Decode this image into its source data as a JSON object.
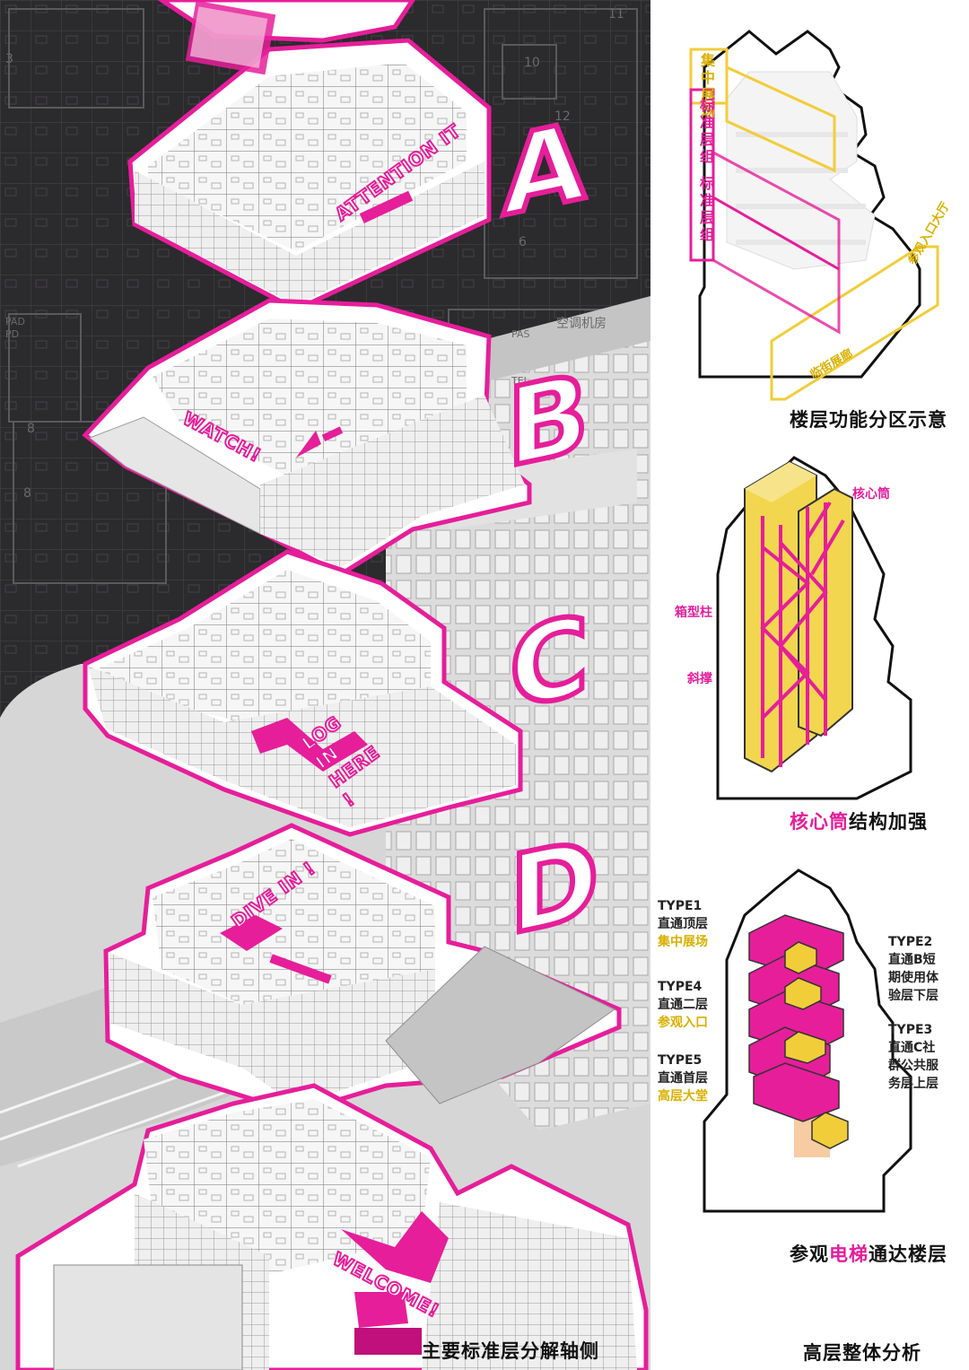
{
  "floors": {
    "a": {
      "letter": "A",
      "neon": "ATTENTION IT"
    },
    "b": {
      "letter": "B",
      "neon": "WATCH!"
    },
    "c": {
      "letter": "C",
      "neon": "LOG IN HERE !"
    },
    "d": {
      "letter": "D",
      "neon": "DIVE IN !"
    },
    "ground": {
      "neon": "WELCOME!"
    }
  },
  "background_plan_labels": [
    "11",
    "10",
    "12",
    "3",
    "6",
    "8",
    "8",
    "PAD",
    "PD",
    "空调机房",
    "PAS",
    "TEL"
  ],
  "captions": {
    "left": "主要标准层分解轴侧",
    "right": "高层整体分析",
    "zoning": "楼层功能分区示意",
    "core_highlight": "核心筒",
    "core_rest": "结构加强",
    "elevator_a": "参观",
    "elevator_highlight": "电梯",
    "elevator_b": "通达楼层"
  },
  "zoning_labels": {
    "top": "集中展场",
    "group1": "标准层组",
    "group2": "标准层组",
    "entrance": "参观入口大厅",
    "podium": "临街展廊"
  },
  "core_labels": {
    "core": "核心筒",
    "box_column": "箱型柱",
    "brace": "斜撑"
  },
  "elevator_types": [
    {
      "name": "TYPE1",
      "line1": "直通顶层",
      "line2": "集中展场"
    },
    {
      "name": "TYPE4",
      "line1": "直通二层",
      "line2": "参观入口"
    },
    {
      "name": "TYPE5",
      "line1": "直通首层",
      "line2": "高层大堂"
    },
    {
      "name": "TYPE2",
      "line1": "直通B短",
      "line2": "期使用体",
      "line3": "验层下层"
    },
    {
      "name": "TYPE3",
      "line1": "直通C社",
      "line2": "群公共服",
      "line3": "务层上层"
    }
  ],
  "colors": {
    "magenta": "#e61e9a",
    "yellow": "#f2cd3a",
    "dark_bg": "#2b2a2c",
    "light_gray": "#d9d9d9"
  }
}
